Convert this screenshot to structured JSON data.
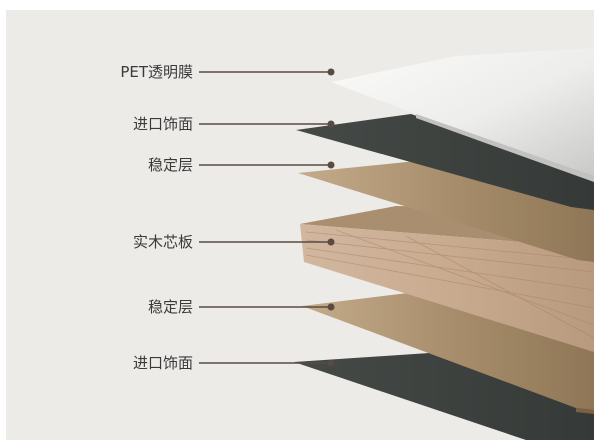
{
  "labels": {
    "pet_film": "PET透明膜",
    "decor_top": "进口饰面",
    "stabilizer_top": "稳定层",
    "solid_core": "实木芯板",
    "stabilizer_bottom": "稳定层",
    "decor_bottom": "进口饰面"
  },
  "colors": {
    "pet_film": "#f4f4f2",
    "decor": "#3f4340",
    "stabilizer": "#a9906f",
    "solid_core": "#b79f80",
    "leader_line": "#5a4a44"
  }
}
